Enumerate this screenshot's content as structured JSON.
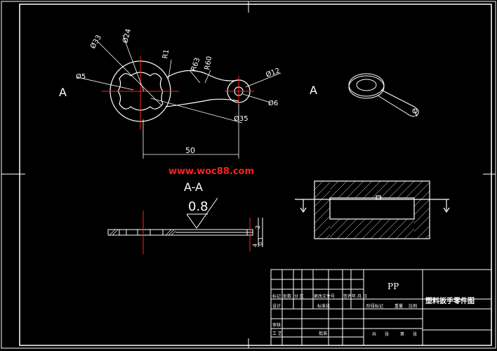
{
  "drawing": {
    "section_marker_left": "A",
    "section_marker_right": "A",
    "section_title": "A-A",
    "surface_roughness": "0.8",
    "watermark": "www.woc88.com",
    "dimensions": {
      "d33": "Ø33",
      "d24": "Ø24",
      "d5": "Ø5",
      "r1": "R1",
      "r63": "R63",
      "r60": "R60",
      "d12": "Ø12",
      "d6": "Ø6",
      "d35": "Ø35",
      "len50": "50",
      "thick2": "2",
      "thick4": "4",
      "thick01": "0.1"
    }
  },
  "title_block": {
    "material": "PP",
    "part_name": "塑料扳手零件图",
    "row_labels": [
      "标记",
      "处数",
      "分 区",
      "更改文件号",
      "签名",
      "年.月.日"
    ],
    "design_label": "设计",
    "standardize_label": "标准化",
    "review_label": "审核",
    "process_label": "工 艺",
    "approve_label": "批准",
    "stage_labels": [
      "阶段标记",
      "重量",
      "比例"
    ],
    "sheet_labels": [
      "共",
      "张",
      "第",
      "张"
    ]
  }
}
